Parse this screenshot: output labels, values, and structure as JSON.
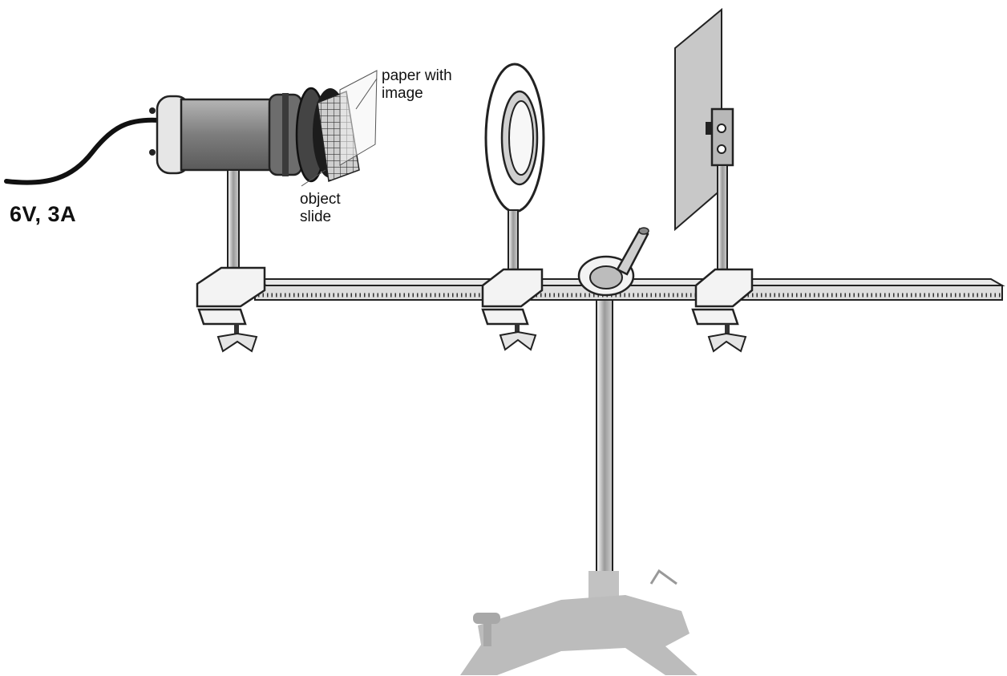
{
  "labels": {
    "power": "6V, 3A",
    "paper_line1": "paper with",
    "paper_line2": "image",
    "slide_line1": "object",
    "slide_line2": "slide"
  },
  "colors": {
    "lamp_body": "#8a8a8a",
    "metal": "#d9d9d9",
    "stand_base": "#bdbdbd",
    "outline": "#222222",
    "screen": "#c8c8c8",
    "cable": "#111111"
  }
}
